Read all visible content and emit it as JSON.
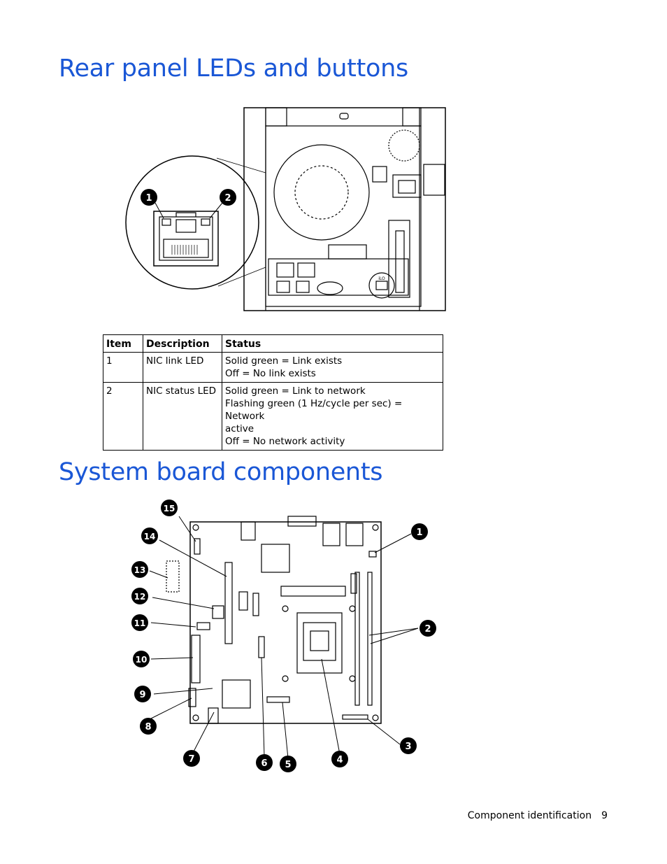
{
  "sections": {
    "rear_title": "Rear panel LEDs and buttons",
    "board_title": "System board components"
  },
  "rear_callouts": [
    "1",
    "2"
  ],
  "rear_port_label": "iLO",
  "table": {
    "headers": [
      "Item",
      "Description",
      "Status"
    ],
    "rows": [
      {
        "item": "1",
        "description": "NIC link LED",
        "status": [
          "Solid green = Link exists",
          "Off = No link exists"
        ]
      },
      {
        "item": "2",
        "description": "NIC status LED",
        "status": [
          "Solid green = Link to network",
          "Flashing green (1 Hz/cycle per sec) = Network",
          "active",
          "Off = No network activity"
        ]
      }
    ]
  },
  "board_callouts": [
    "1",
    "2",
    "3",
    "4",
    "5",
    "6",
    "7",
    "8",
    "9",
    "10",
    "11",
    "12",
    "13",
    "14",
    "15"
  ],
  "footer": {
    "section": "Component identification",
    "page": "9"
  },
  "colors": {
    "heading": "#1a57d6",
    "callout": "#000000"
  }
}
